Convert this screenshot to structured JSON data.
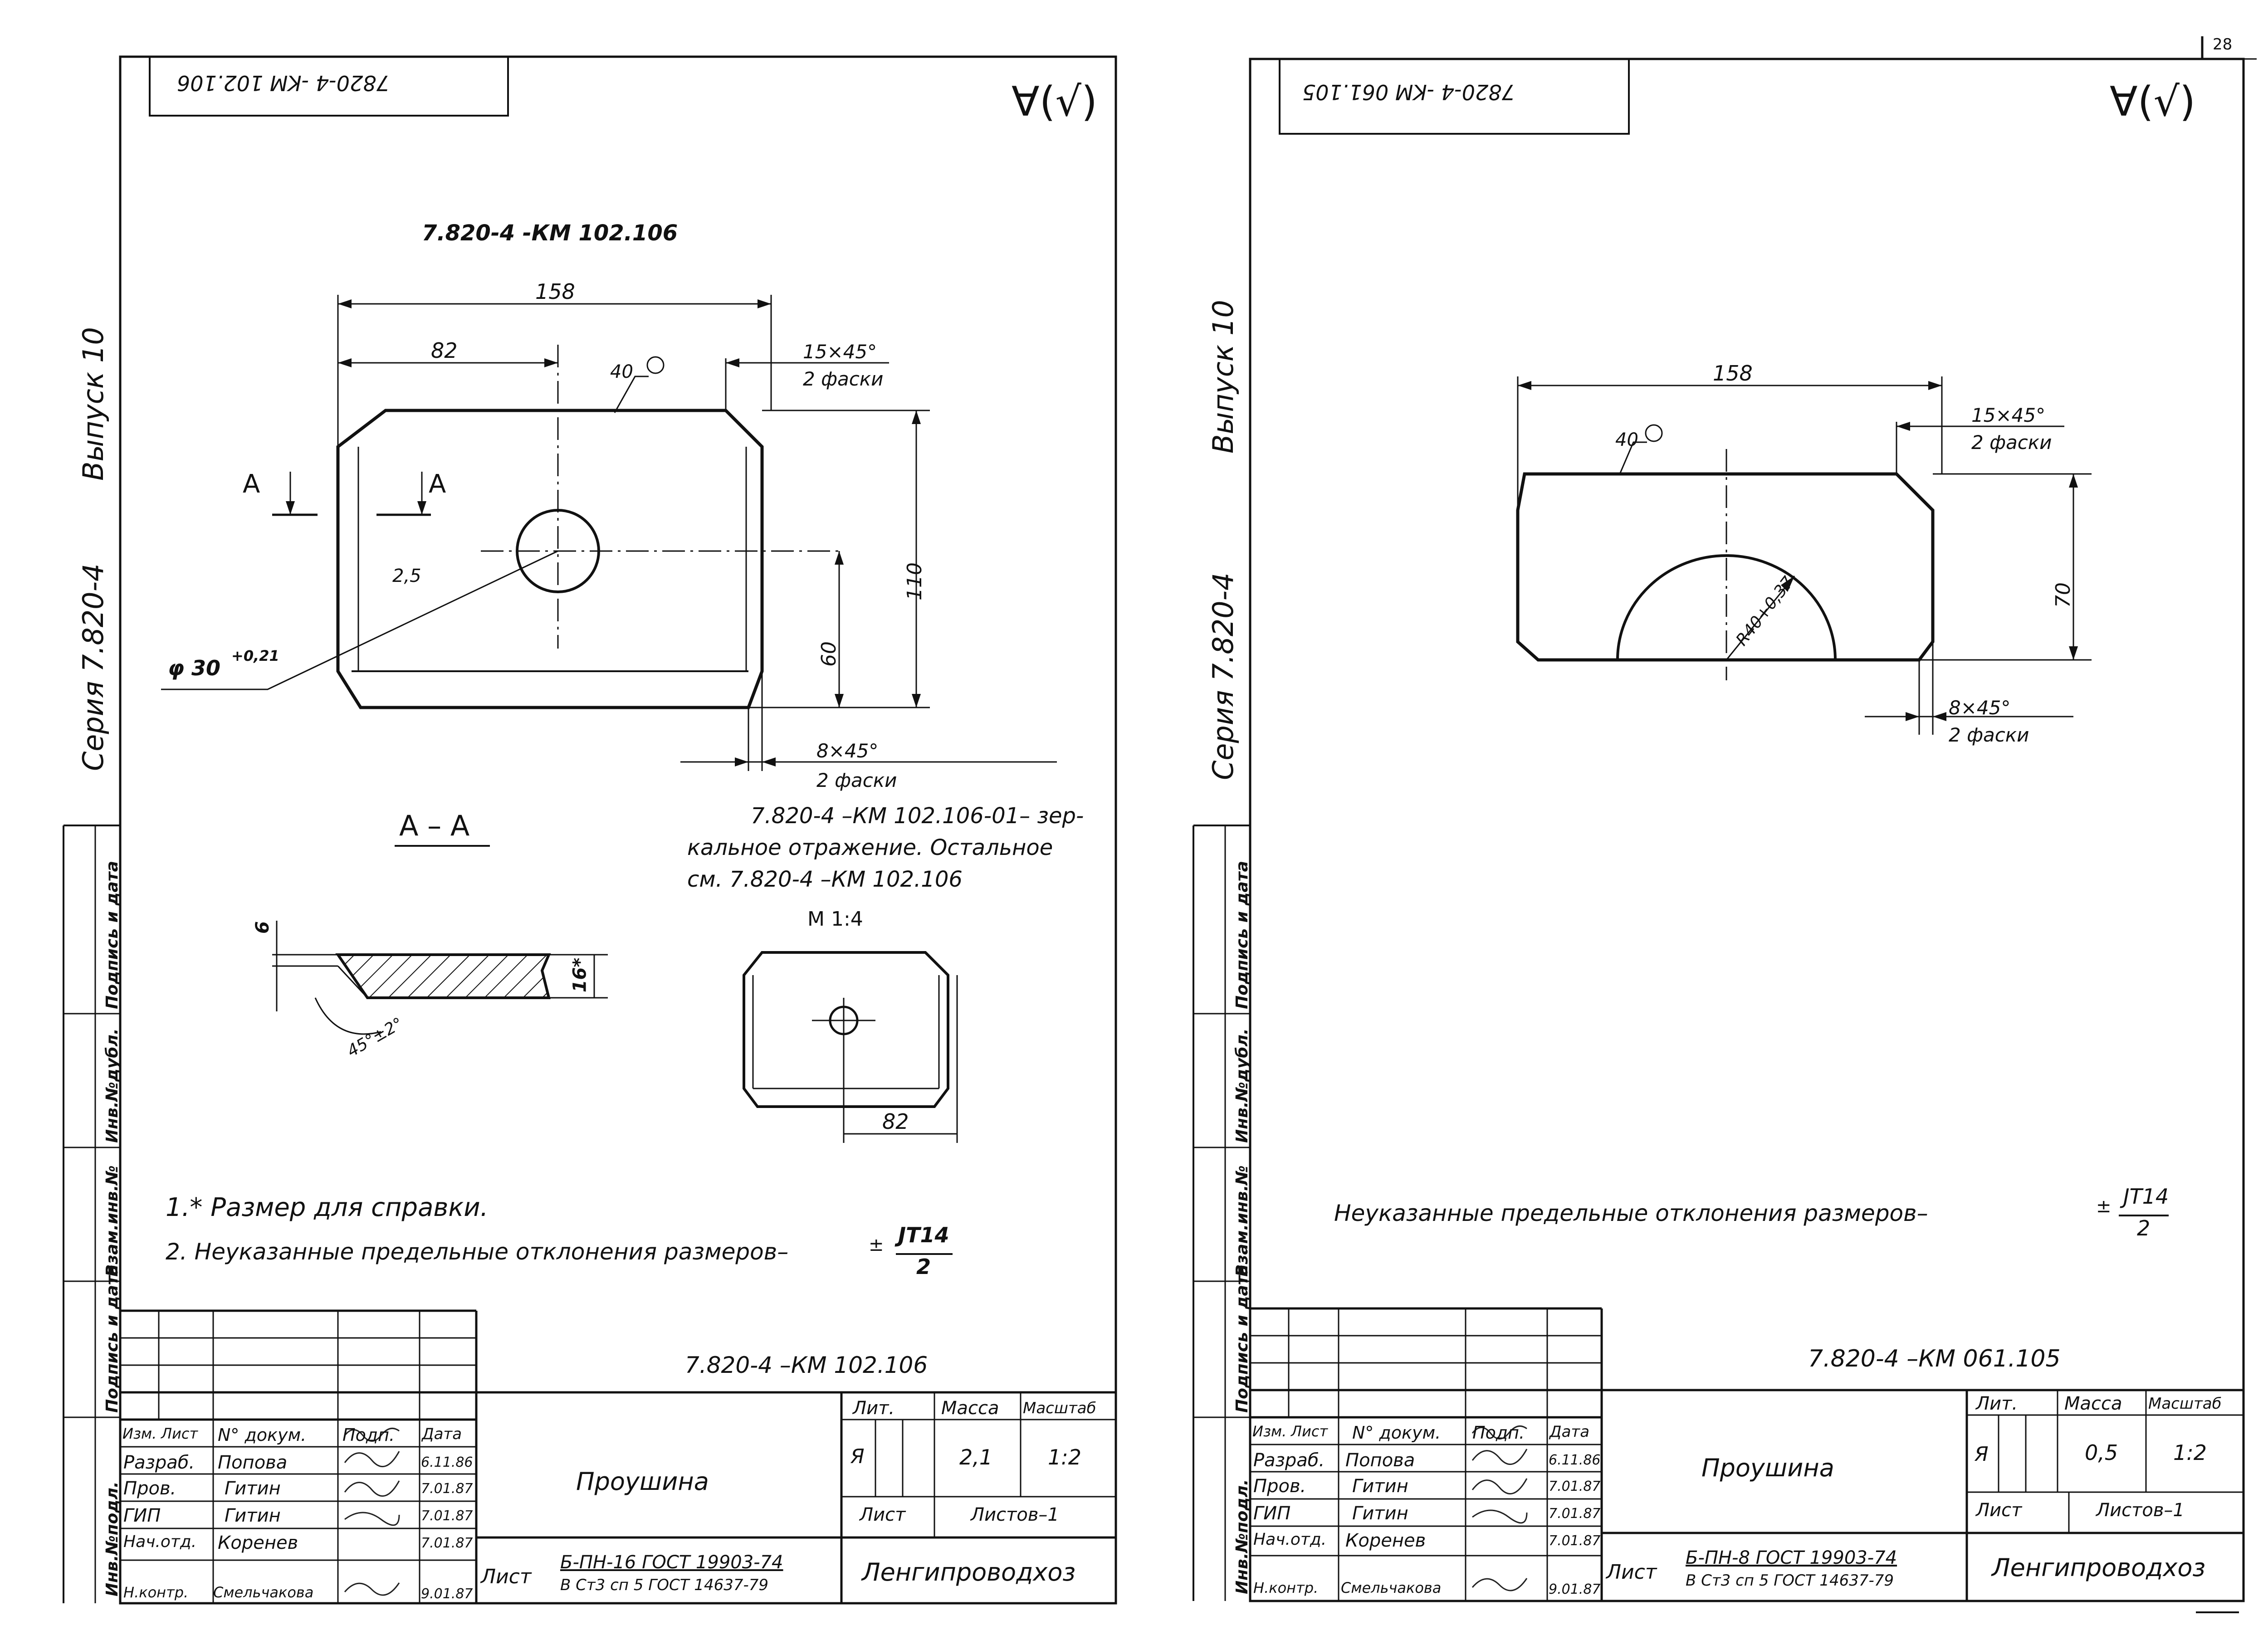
{
  "page_number": "28",
  "sheets": [
    {
      "designation_stamp": "7820-4 -KM 102.106",
      "roughness_mark": "∀(√)",
      "part_title": "7.820-4 -КМ 102.106",
      "side_series": "Серия 7.820-4",
      "side_issue": "Выпуск 10",
      "side_columns": [
        "Инв.№подл.",
        "Подпись и дата",
        "Взам.инв.№",
        "Инв.№дубл.",
        "Подпись и дата"
      ],
      "dims": {
        "overall": "158",
        "half": "82",
        "chamfer_top": "15×45°",
        "chamfer_top_note": "2 фаски",
        "roughness": "40",
        "height": "110",
        "hole_center": "60",
        "weld": "2,5",
        "hole_dia": "φ 30",
        "hole_tol": "+0,21",
        "chamfer_bottom": "8×45°",
        "chamfer_bottom_note": "2 фаски",
        "section_arrow": "A"
      },
      "section_label": "А – А",
      "section_dims": {
        "thickness": "6",
        "edge": "16*",
        "angle": "45°±2°"
      },
      "mirror_note": [
        "7.820-4  –КМ 102.106-01– зер-",
        "кальное отражение. Остальное",
        "см. 7.820-4       –КМ 102.106"
      ],
      "scale_label": "М 1:4",
      "small_dim": "82",
      "notes": [
        "1.* Размер для справки.",
        "2. Неуказанные предельные  отклонения размеров–"
      ],
      "tolerance": {
        "sign": "±",
        "num": "JT14",
        "den": "2"
      },
      "title_block": {
        "designation": "7.820-4  –КМ 102.106",
        "headers": [
          "Изм.",
          "Лист",
          "N° докум.",
          "Подп.",
          "Дата"
        ],
        "rows": [
          {
            "role": "Разраб.",
            "name": "Попова",
            "date": "6.11.86"
          },
          {
            "role": "Пров.",
            "name": "Гитин",
            "date": "7.01.87"
          },
          {
            "role": "ГИП",
            "name": "Гитин",
            "date": "7.01.87"
          },
          {
            "role": "Нач.отд.",
            "name": "Коренев",
            "date": "7.01.87"
          },
          {
            "role": "Н.контр.",
            "name": "Смельчакова",
            "date": "9.01.87"
          }
        ],
        "item_name": "Проушина",
        "lit_label": "Лит.",
        "mass_label": "Масса",
        "scale_label": "Масштаб",
        "lit_value": "Я",
        "mass_value": "2,1",
        "scale_value": "1:2",
        "sheet_label": "Лист",
        "sheets_label": "Листов–1",
        "material_prefix": "Лист",
        "material_top": "Б-ПН-16 ГОСТ 19903-74",
        "material_bottom": "В Ст3 сп 5 ГОСТ 14637-79",
        "org": "Ленгипроводхоз"
      }
    },
    {
      "designation_stamp": "7820-4 -KM 061.105",
      "roughness_mark": "∀(√)",
      "side_series": "Серия 7.820-4",
      "side_issue": "Выпуск 10",
      "side_columns": [
        "Инв.№подл.",
        "Подпись и дата",
        "Взам.инв.№",
        "Инв.№дубл.",
        "Подпись и дата"
      ],
      "dims": {
        "overall": "158",
        "roughness": "40",
        "chamfer_top": "15×45°",
        "chamfer_top_note": "2 фаски",
        "height": "70",
        "radius": "R40+0,37",
        "chamfer_bottom": "8×45°",
        "chamfer_bottom_note": "2 фаски"
      },
      "notes": [
        "Неуказанные  предельные  отклонения размеров–"
      ],
      "tolerance": {
        "sign": "±",
        "num": "JT14",
        "den": "2"
      },
      "title_block": {
        "designation": "7.820-4  –КМ 061.105",
        "headers": [
          "Изм.",
          "Лист",
          "N° докум.",
          "Подп.",
          "Дата"
        ],
        "rows": [
          {
            "role": "Разраб.",
            "name": "Попова",
            "date": "6.11.86"
          },
          {
            "role": "Пров.",
            "name": "Гитин",
            "date": "7.01.87"
          },
          {
            "role": "ГИП",
            "name": "Гитин",
            "date": "7.01.87"
          },
          {
            "role": "Нач.отд.",
            "name": "Коренев",
            "date": "7.01.87"
          },
          {
            "role": "Н.контр.",
            "name": "Смельчакова",
            "date": "9.01.87"
          }
        ],
        "item_name": "Проушина",
        "lit_label": "Лит.",
        "mass_label": "Масса",
        "scale_label": "Масштаб",
        "lit_value": "Я",
        "mass_value": "0,5",
        "scale_value": "1:2",
        "sheet_label": "Лист",
        "sheets_label": "Листов–1",
        "material_prefix": "Лист",
        "material_top": "Б-ПН-8  ГОСТ 19903-74",
        "material_bottom": "В Ст3 сп 5 ГОСТ 14637-79",
        "org": "Ленгипроводхоз"
      }
    }
  ]
}
